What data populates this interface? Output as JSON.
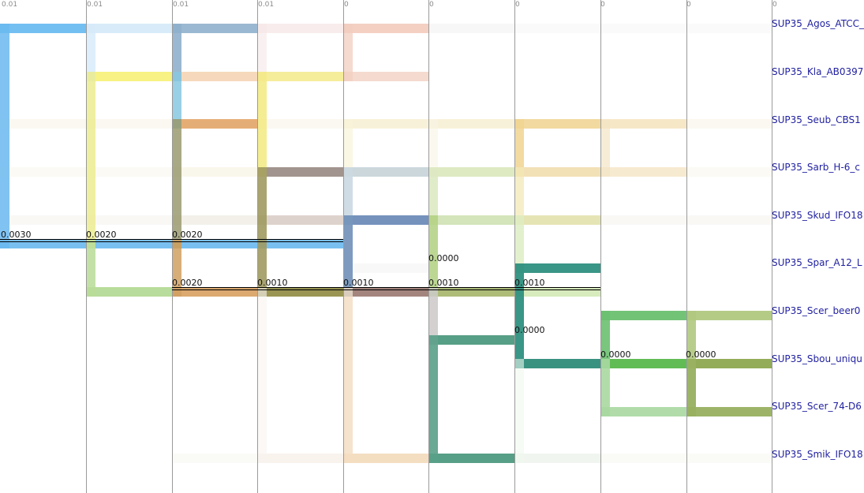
{
  "columns": [
    "0.01",
    "0.01",
    "0.01",
    "0.01",
    "0",
    "0",
    "0",
    "0",
    "0",
    "0"
  ],
  "taxa": [
    "SUP35_Agos_ATCC_",
    "SUP35_Kla_AB0397",
    "SUP35_Seub_CBS1",
    "SUP35_Sarb_H-6_c",
    "SUP35_Skud_IFO18",
    "SUP35_Spar_A12_L",
    "SUP35_Scer_beer0",
    "SUP35_Sbou_uniqu",
    "SUP35_Scer_74-D6",
    "SUP35_Smik_IFO18"
  ],
  "branch_labels": [
    "0.0030",
    "0.0020",
    "0.0020",
    "0.0020",
    "0.0010",
    "0.0010",
    "0.0010",
    "0.0010",
    "0.0000",
    "0.0000",
    "0.0000",
    "0.0000"
  ]
}
